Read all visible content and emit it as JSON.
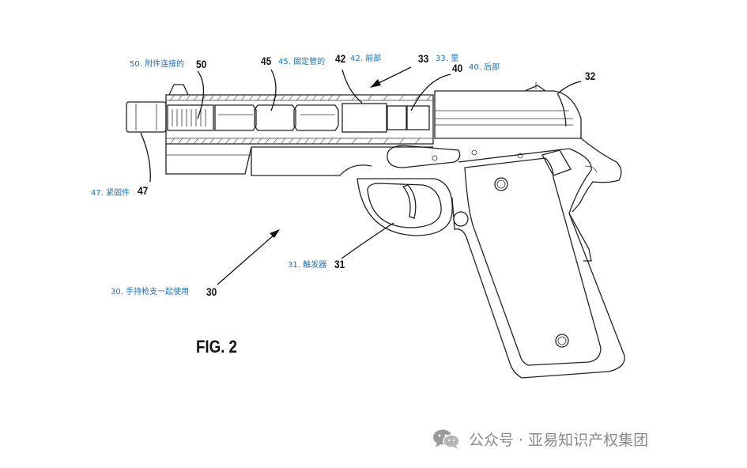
{
  "figure_label": "FIG. 2",
  "labels": {
    "ref_50": "50",
    "ref_45": "45",
    "ref_42": "42",
    "ref_33": "33",
    "ref_40": "40",
    "ref_32": "32",
    "ref_47": "47",
    "ref_31": "31",
    "ref_30": "30",
    "cn_50": "50. 附件连接的",
    "cn_45": "45. 固定管的",
    "cn_42": "42. 前部",
    "cn_33": "33. 里",
    "cn_40": "40. 后部",
    "cn_47": "47. 紧固件",
    "cn_31": "31. 触发器",
    "cn_30": "30. 手持枪支一起使用"
  },
  "watermark": {
    "icon": "wechat-icon",
    "text": "公众号 · 亚易知识产权集团"
  },
  "colors": {
    "line": "#222222",
    "annotation": "#1f6fb5",
    "watermark": "#8a8a8a"
  }
}
